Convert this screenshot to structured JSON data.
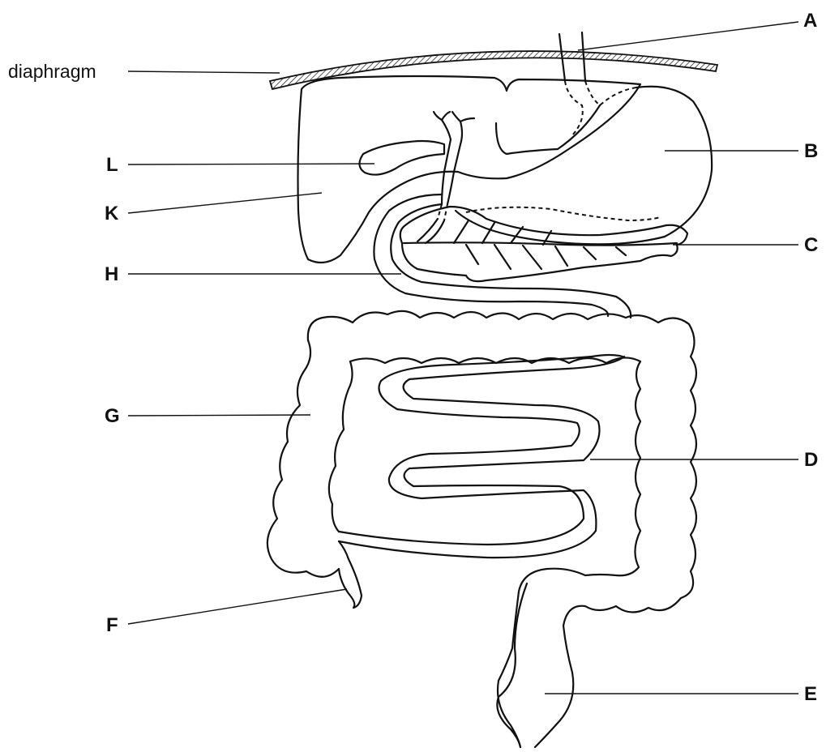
{
  "labels": {
    "diaphragm": "diaphragm",
    "A": "A",
    "B": "B",
    "C": "C",
    "D": "D",
    "E": "E",
    "F": "F",
    "G": "G",
    "H": "H",
    "K": "K",
    "L": "L"
  },
  "colors": {
    "line": "#111111",
    "background": "#ffffff"
  }
}
